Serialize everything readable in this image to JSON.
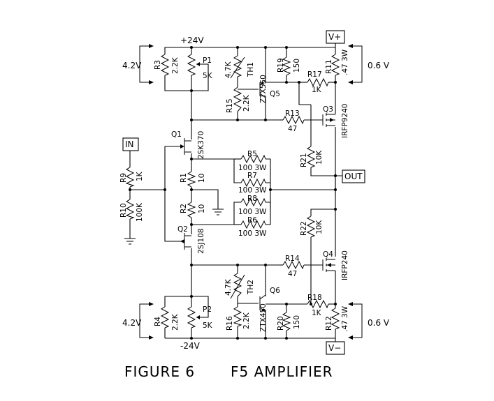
{
  "figure": {
    "number": "FIGURE 6",
    "name": "F5 AMPLIFIER"
  },
  "rails": {
    "pos": "+24V",
    "neg": "-24V",
    "vplus": "V+",
    "vminus": "V−"
  },
  "ports": {
    "in": "IN",
    "out": "OUT"
  },
  "bias": {
    "p1_drop": "4.2V",
    "p2_drop": "4.2V",
    "r11_drop": "0.6 V",
    "r12_drop": "0.6 V"
  },
  "components": {
    "R1": [
      "R1",
      "10"
    ],
    "R2": [
      "R2",
      "10"
    ],
    "R3": [
      "R3",
      "2.2K"
    ],
    "R4": [
      "R4",
      "2.2K"
    ],
    "R5": [
      "R5",
      "100 3W"
    ],
    "R6": [
      "R6",
      "100 3W"
    ],
    "R7": [
      "R7",
      "100 3W"
    ],
    "R8": [
      "R8",
      "100 3W"
    ],
    "R9": [
      "R9",
      "1K"
    ],
    "R10": [
      "R10",
      "100K"
    ],
    "R11": [
      "R11",
      ".47 3W"
    ],
    "R12": [
      "R12",
      ".47 3W"
    ],
    "R13": [
      "R13",
      "47"
    ],
    "R14": [
      "R14",
      "47"
    ],
    "R15": [
      "R15",
      "2.2K"
    ],
    "R16": [
      "R16",
      "2.2K"
    ],
    "R17": [
      "R17",
      "1K"
    ],
    "R18": [
      "R18",
      "1K"
    ],
    "R19": [
      "R19",
      "150"
    ],
    "R20": [
      "R20",
      "150"
    ],
    "R21": [
      "R21",
      "10K"
    ],
    "R22": [
      "R22",
      "10K"
    ],
    "P1": [
      "P1",
      "5K"
    ],
    "P2": [
      "P2",
      "5K"
    ],
    "TH1": [
      "TH1",
      "4.7K"
    ],
    "TH2": [
      "TH2",
      "4.7K"
    ],
    "Q1": [
      "Q1",
      "2SK370"
    ],
    "Q2": [
      "Q2",
      "2SJ108"
    ],
    "Q3": [
      "Q3",
      "IRFP9240"
    ],
    "Q4": [
      "Q4",
      "IRFP240"
    ],
    "Q5": [
      "Q5",
      "ZTX550"
    ],
    "Q6": [
      "Q6",
      "ZTX450"
    ]
  }
}
